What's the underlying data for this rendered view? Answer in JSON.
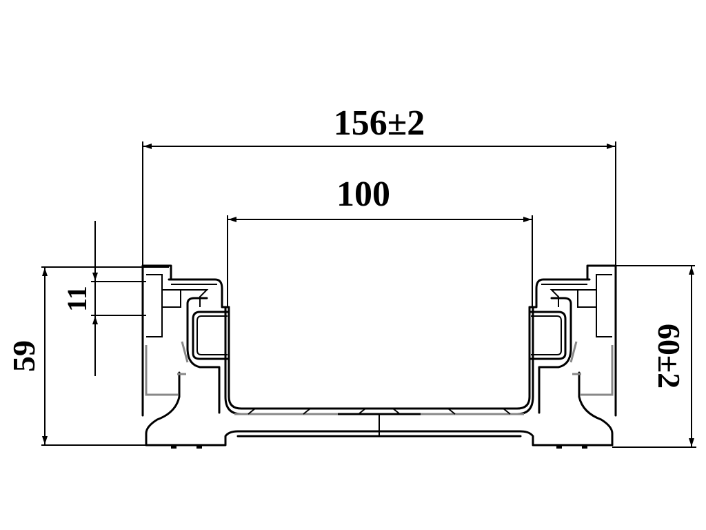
{
  "drawing": {
    "dimensions": {
      "overall_width": "156±2",
      "inner_width": "100",
      "left_height": "59",
      "lip_height": "11",
      "right_height": "60±2"
    },
    "colors": {
      "line": "#000000",
      "hidden_line": "#888888",
      "background": "#ffffff"
    }
  }
}
